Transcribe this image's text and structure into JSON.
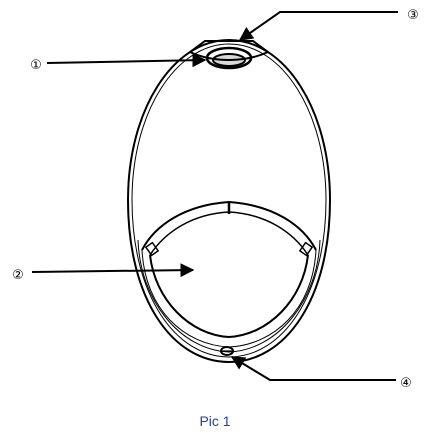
{
  "figure": {
    "caption": "Pic 1"
  },
  "callouts": [
    {
      "id": "1",
      "label": "①"
    },
    {
      "id": "2",
      "label": "②"
    },
    {
      "id": "3",
      "label": "③"
    },
    {
      "id": "4",
      "label": "④"
    }
  ],
  "colors": {
    "line": "#000000",
    "caption": "#1f3fb8",
    "background": "#ffffff"
  }
}
